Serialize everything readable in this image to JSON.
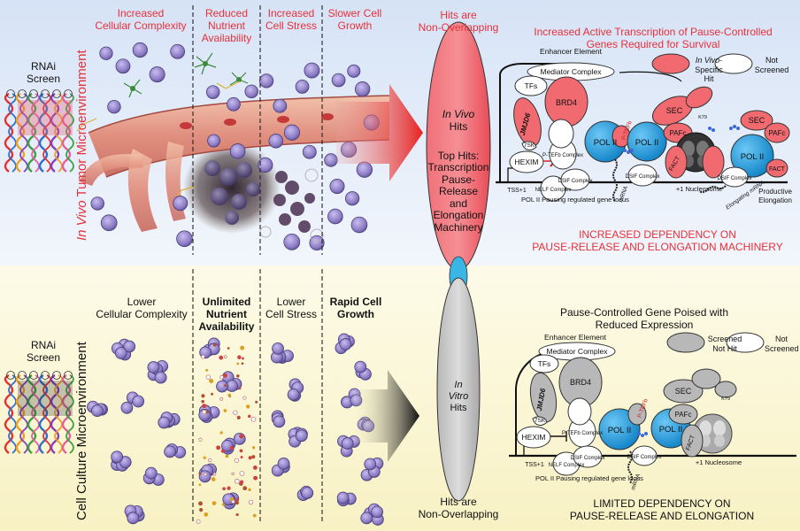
{
  "top": {
    "side_label_italic": "In Vivo",
    "side_label_rest": " Tumor Microenvironment",
    "rnai": [
      "RNAi",
      "Screen"
    ],
    "conditions": [
      [
        "Increased",
        "Cellular Complexity"
      ],
      [
        "Reduced",
        "Nutrient",
        "Availability"
      ],
      [
        "Increased",
        "Cell Stress"
      ],
      [
        "Slower Cell",
        "Growth"
      ]
    ],
    "hits_nonoverlap": [
      "Hits are",
      "Non-Overlapping"
    ],
    "oval_hits_italic": "In Vivo",
    "oval_hits": "Hits",
    "oval_top_hits": [
      "Top Hits:",
      "Transcription",
      "Pause-",
      "Release",
      "and",
      "Elongation",
      "Machinery"
    ],
    "mech_title": [
      "Increased Active Transcription of Pause-Controlled",
      "Genes Required for Survival"
    ],
    "legend_hit_italic": "In Vivo",
    "legend_hit_rest": "-",
    "legend_hit_line2": "Specific Hit",
    "legend_not": [
      "Not",
      "Screened"
    ],
    "dependency": [
      "INCREASED DEPENDENCY ON",
      "PAUSE-RELEASE AND ELONGATION MACHINERY"
    ]
  },
  "bottom": {
    "side_label": "Cell Culture Microenvironment",
    "rnai": [
      "RNAi",
      "Screen"
    ],
    "conditions": [
      [
        "Lower",
        "Cellular Complexity"
      ],
      [
        "Unlimited",
        "Nutrient",
        "Availability"
      ],
      [
        "Lower",
        "Cell Stress"
      ],
      [
        "Rapid Cell",
        "Growth"
      ]
    ],
    "oval_hits": [
      "In",
      "Vitro",
      "Hits"
    ],
    "hits_nonoverlap": [
      "Hits are",
      "Non-Overlapping"
    ],
    "mech_title": [
      "Pause-Controlled Gene Poised with",
      "Reduced Expression"
    ],
    "legend_hit": [
      "Screened",
      "Not Hit"
    ],
    "legend_not": [
      "Not",
      "Screened"
    ],
    "dependency": [
      "LIMITED DEPENDENCY ON",
      "PAUSE-RELEASE AND ELONGATION"
    ]
  },
  "labels": {
    "enhancer": "Enhancer Element",
    "mediator": "Mediator Complex",
    "tfs": "TFs",
    "brd4": "BRD4",
    "jmjd6": "JMJD6",
    "hexim": "HEXIM",
    "seven_sk": "7SK",
    "ptefb_complex": "P-TEFb Complex",
    "ptefb": "P-TEFb",
    "pol2": "POL II",
    "nelf": "NELF Complex",
    "dsif": "DSIF Complex",
    "sec": "SEC",
    "pafc": "PAFc",
    "fact": "FACT",
    "tss": "TSS+1",
    "locus": "POL II Pausing regulated gene locus",
    "mrna": "mRNA",
    "nucleosome": "+1 Nucleosome",
    "productive": [
      "Productive",
      "Elongation"
    ],
    "elongating": "Elongating mRNA",
    "k79": "K79"
  },
  "colors": {
    "accent_red": "#e8303a",
    "pol2_blue": "#1a9be0",
    "factor_red": "#f06a70",
    "factor_gray": "#b8b8b8",
    "cell_purple": "#7e6fb5",
    "top_bg": "#dde8f7",
    "bottom_bg": "#fbf6cf"
  }
}
